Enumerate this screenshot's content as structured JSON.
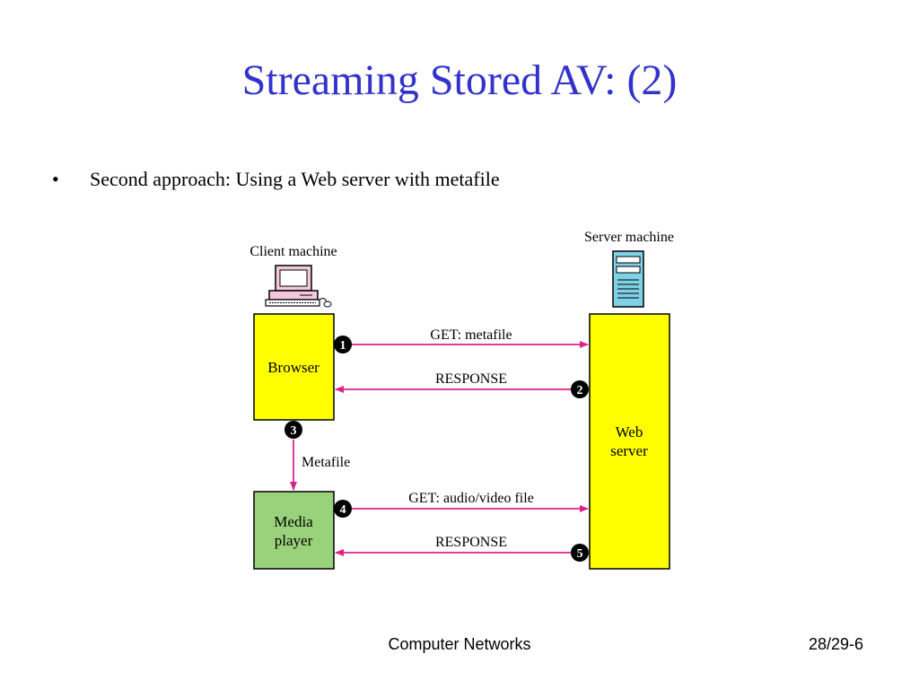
{
  "slide": {
    "title": "Streaming Stored AV: (2)",
    "bullet_symbol": "•",
    "bullet": "Second approach: Using a Web server with metafile"
  },
  "diagram": {
    "client_label": "Client machine",
    "server_label": "Server machine",
    "browser_label": "Browser",
    "web_server_line1": "Web",
    "web_server_line2": "server",
    "media_player_line1": "Media",
    "media_player_line2": "player",
    "metafile_label": "Metafile",
    "steps": [
      {
        "number": "1",
        "label": "GET: metafile"
      },
      {
        "number": "2",
        "label": "RESPONSE"
      },
      {
        "number": "3",
        "label": ""
      },
      {
        "number": "4",
        "label": "GET: audio/video file"
      },
      {
        "number": "5",
        "label": "RESPONSE"
      }
    ],
    "colors": {
      "browser_fill": "#ffff00",
      "web_server_fill": "#ffff00",
      "media_player_fill": "#99d27a",
      "arrow": "#e0218a",
      "title": "#3333cc"
    }
  },
  "footer": {
    "center": "Computer Networks",
    "right": "28/29-6"
  }
}
